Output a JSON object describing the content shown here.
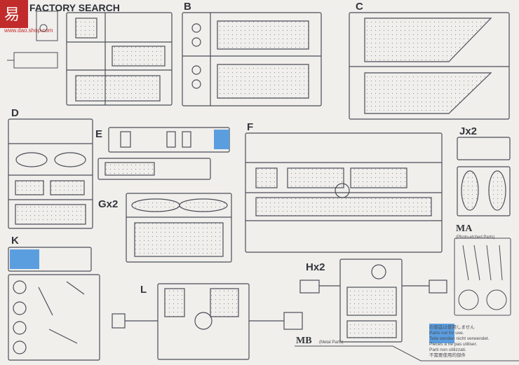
{
  "header": {
    "watermark": "FACTORY SEARCH",
    "site": "www.dao.shop.com",
    "badge": "易"
  },
  "sprue_labels": {
    "B": "B",
    "C": "C",
    "D": "D",
    "E": "E",
    "F": "F",
    "G": "Gx2",
    "H": "Hx2",
    "J": "Jx2",
    "K": "K",
    "L": "L",
    "MA": "MA",
    "MA_sub": "(Photo-etched Parts)",
    "MB": "MB",
    "MB_sub": "(Metal Parts)"
  },
  "legend": {
    "color": "#5b9ee0",
    "lines": [
      "の部品は使用しません",
      "Parts not for use.",
      "Teile werden nicht verwendet.",
      "Pieces a ne pas utiliser.",
      "Parti non utilizzati.",
      "不需要使用的部件"
    ]
  },
  "colors": {
    "line": "#4a4e57",
    "paper": "#f1efec",
    "highlight": "#5b9ee0"
  }
}
